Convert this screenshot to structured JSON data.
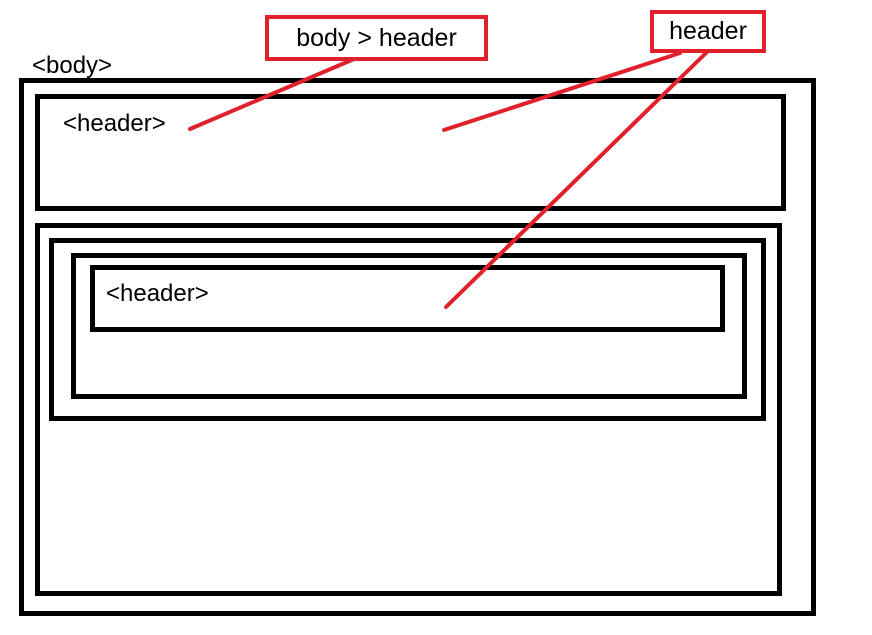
{
  "labels": {
    "body": "<body>",
    "outer_header": "<header>",
    "nested_header": "<header>"
  },
  "callouts": {
    "child_selector": "body > header",
    "type_selector": "header"
  },
  "colors": {
    "box_stroke": "#000000",
    "callout_accent": "#e0202a",
    "background": "#ffffff"
  }
}
